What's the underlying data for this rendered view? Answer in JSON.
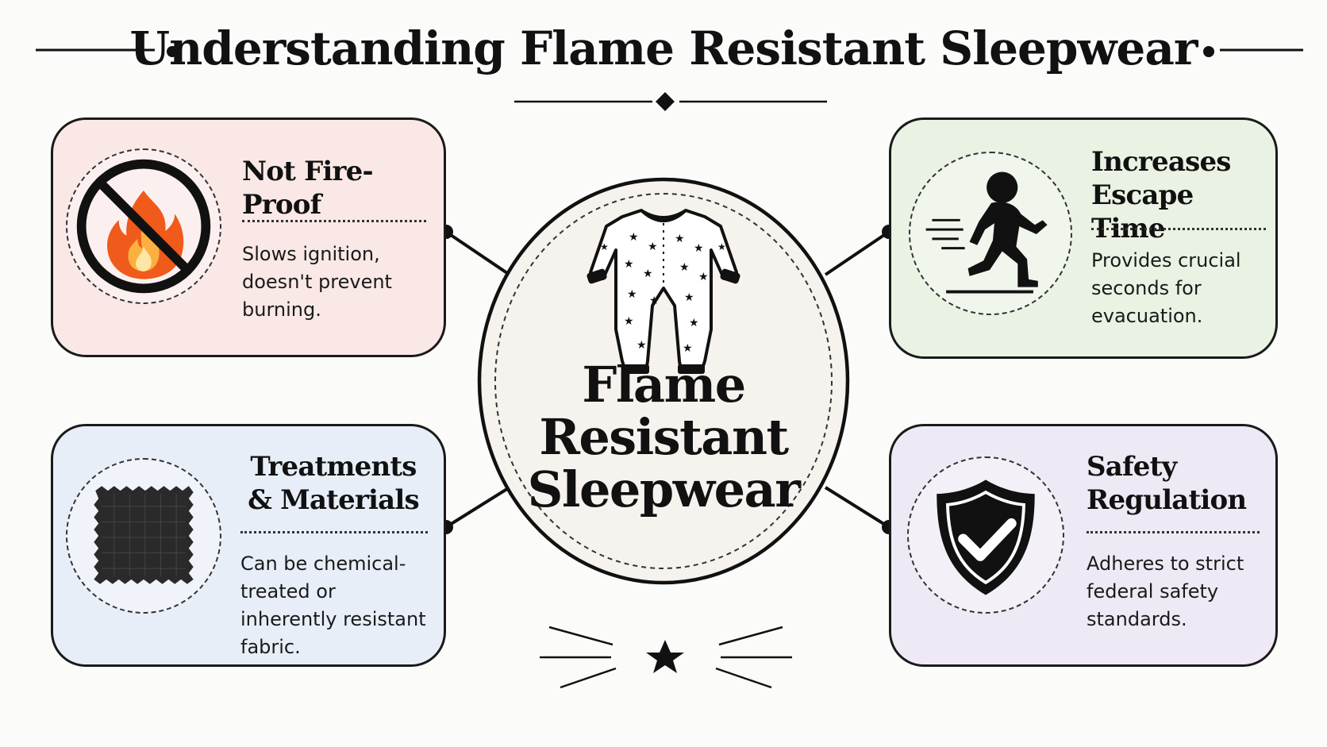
{
  "title": "Understanding Flame Resistant Sleepwear",
  "center": {
    "label": "Flame Resistant Sleepwear",
    "icon": "star-onesie-icon"
  },
  "cards": [
    {
      "id": "not-fire-proof",
      "heading": "Not Fire-Proof",
      "description": "Slows ignition, doesn't prevent burning.",
      "icon": "no-fire-icon",
      "background": "#f9e8e6"
    },
    {
      "id": "escape-time",
      "heading": "Increases Escape Time",
      "description": "Provides crucial seconds for evacuation.",
      "icon": "running-child-icon",
      "background": "#eaf2e4"
    },
    {
      "id": "treatments",
      "heading": "Treatments & Materials",
      "description": "Can be chemical-treated or inherently resistant fabric.",
      "icon": "fabric-swatch-icon",
      "background": "#e8eef8"
    },
    {
      "id": "safety",
      "heading": "Safety Regulation",
      "description": "Adheres to strict federal safety standards.",
      "icon": "shield-check-icon",
      "background": "#eee9f4"
    }
  ],
  "colors": {
    "ink": "#1a1a1a",
    "flame_outer": "#f05a1a",
    "flame_inner": "#fbb040",
    "center_fill": "#f6f3ee"
  }
}
